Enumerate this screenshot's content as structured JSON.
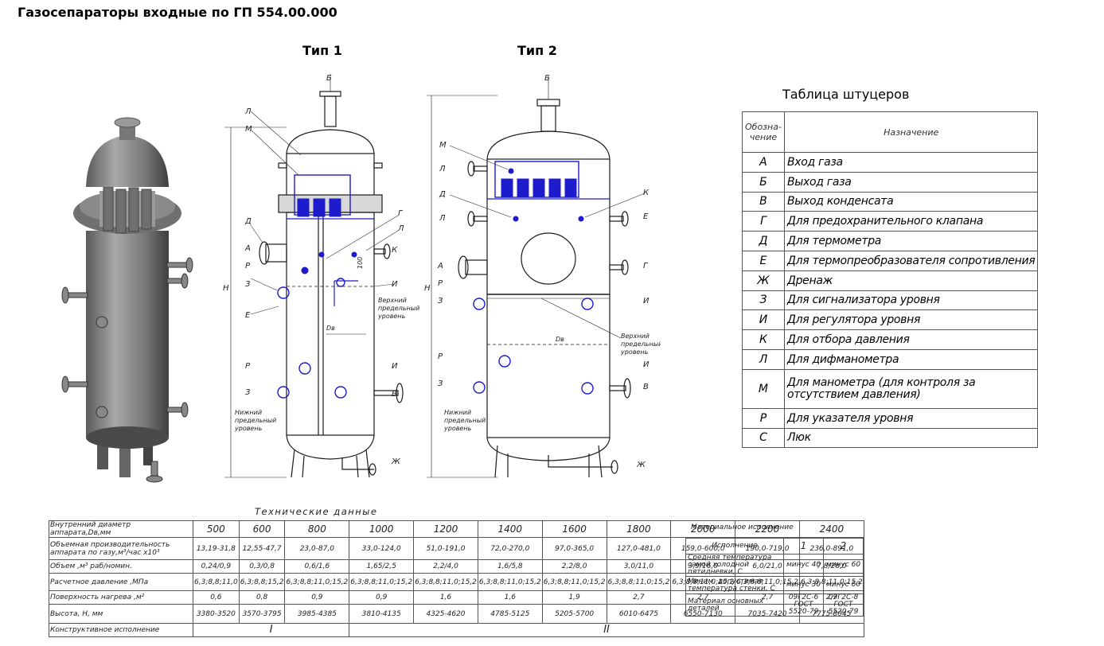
{
  "title": "Газосепараторы входные по ГП 554.00.000",
  "types": {
    "type1": "Тип 1",
    "type2": "Тип 2"
  },
  "drawing_labels": {
    "B": "Б",
    "L": "Л",
    "M": "М",
    "D": "Д",
    "A": "А",
    "R": "Р",
    "Z": "З",
    "E": "Е",
    "G": "Г",
    "K": "К",
    "I": "И",
    "V": "В",
    "Zh": "Ж",
    "Ie": "Е",
    "H": "Н",
    "DV": "Dв",
    "dim100": "100",
    "upper": "Верхний предельный уровень",
    "lower": "Нижний предельный уровень"
  },
  "nozzle_table": {
    "title": "Таблица штуцеров",
    "headers": {
      "code": "Обозна-чение",
      "purpose": "Назначение"
    },
    "rows": [
      {
        "code": "А",
        "purpose": "Вход газа"
      },
      {
        "code": "Б",
        "purpose": "Выход газа"
      },
      {
        "code": "В",
        "purpose": "Выход конденсата"
      },
      {
        "code": "Г",
        "purpose": "Для предохранительного клапана"
      },
      {
        "code": "Д",
        "purpose": "Для термометра"
      },
      {
        "code": "Е",
        "purpose": "Для термопреобразователя сопротивления"
      },
      {
        "code": "Ж",
        "purpose": "Дренаж"
      },
      {
        "code": "З",
        "purpose": "Для сигнализатора уровня"
      },
      {
        "code": "И",
        "purpose": "Для регулятора уровня"
      },
      {
        "code": "К",
        "purpose": "Для отбора давления"
      },
      {
        "code": "Л",
        "purpose": "Для дифманометра"
      },
      {
        "code": "М",
        "purpose": "Для манометра (для контроля за отсутствием давления)"
      },
      {
        "code": "Р",
        "purpose": "Для указателя уровня"
      },
      {
        "code": "С",
        "purpose": "Люк"
      }
    ]
  },
  "tech_table": {
    "title": "Технические данные",
    "header_label": "Внутренний диаметр аппарата,Dв,мм",
    "diameters": [
      "500",
      "600",
      "800",
      "1000",
      "1200",
      "1400",
      "1600",
      "1800",
      "2000",
      "2200",
      "2400"
    ],
    "rows": [
      {
        "label": "Объемная производительность аппарата по газу,м³/час х10³",
        "values": [
          "13,19-31,8",
          "12,55-47,7",
          "23,0-87,0",
          "33,0-124,0",
          "51,0-191,0",
          "72,0-270,0",
          "97,0-365,0",
          "127,0-481,0",
          "159,0-600,0",
          "190,0-719,0",
          "236,0-891,0"
        ]
      },
      {
        "label": "Объем ,м³  раб/номин.",
        "values": [
          "0,24/0,9",
          "0,3/0,8",
          "0,6/1,6",
          "1,65/2,5",
          "2,2/4,0",
          "1,6/5,8",
          "2,2/8,0",
          "3,0/11,0",
          "3,9/16,0",
          "6,0/21,0",
          "7,8/28,0"
        ]
      },
      {
        "label": "Расчетное давление ,МПа",
        "values": [
          "6,3;8,8;11,0",
          "6,3;8,8;15,2",
          "6,3;8,8;11,0;15,2",
          "6,3;8,8;11,0;15,2",
          "6,3;8,8;11,0;15,2",
          "6,3;8,8;11,0;15,2",
          "6,3;8,8;11,0;15,2",
          "6,3;8,8;11,0;15,2",
          "6,3;8,8;11,0;15,2",
          "6,3;8,8;11,0;15,2",
          "6,3;8,8;11,0;15,2"
        ]
      },
      {
        "label": "Поверхность нагрева ,м²",
        "values": [
          "0,6",
          "0,8",
          "0,9",
          "0,9",
          "1,6",
          "1,6",
          "1,9",
          "2,7",
          "2,7",
          "2,7",
          "2,7"
        ]
      },
      {
        "label": "Высота,  Н,  мм",
        "values": [
          "3380-3520",
          "3570-3795",
          "3985-4385",
          "3810-4135",
          "4325-4620",
          "4785-5125",
          "5205-5700",
          "6010-6475",
          "6550-7130",
          "7035-7420",
          "7775-8045"
        ]
      }
    ],
    "execution_label": "Конструктивное исполнение",
    "execution": [
      "I",
      "II"
    ]
  },
  "material_table": {
    "title": "Материальное исполнение",
    "header_label": "Исполнение",
    "columns": [
      "1",
      "2"
    ],
    "rows": [
      {
        "label": "Средняя температура самой холодной пятидневки, С",
        "values": [
          "минус 40",
          "минус 60"
        ]
      },
      {
        "label": "Миним. допустимая температура стенки, С",
        "values": [
          "минус 30",
          "минус 60"
        ]
      },
      {
        "label": "Материал основных деталей",
        "values": [
          "09Г2С-6 ГОСТ 5520-79",
          "09Г2С-8 ГОСТ 5520-79"
        ]
      }
    ]
  }
}
